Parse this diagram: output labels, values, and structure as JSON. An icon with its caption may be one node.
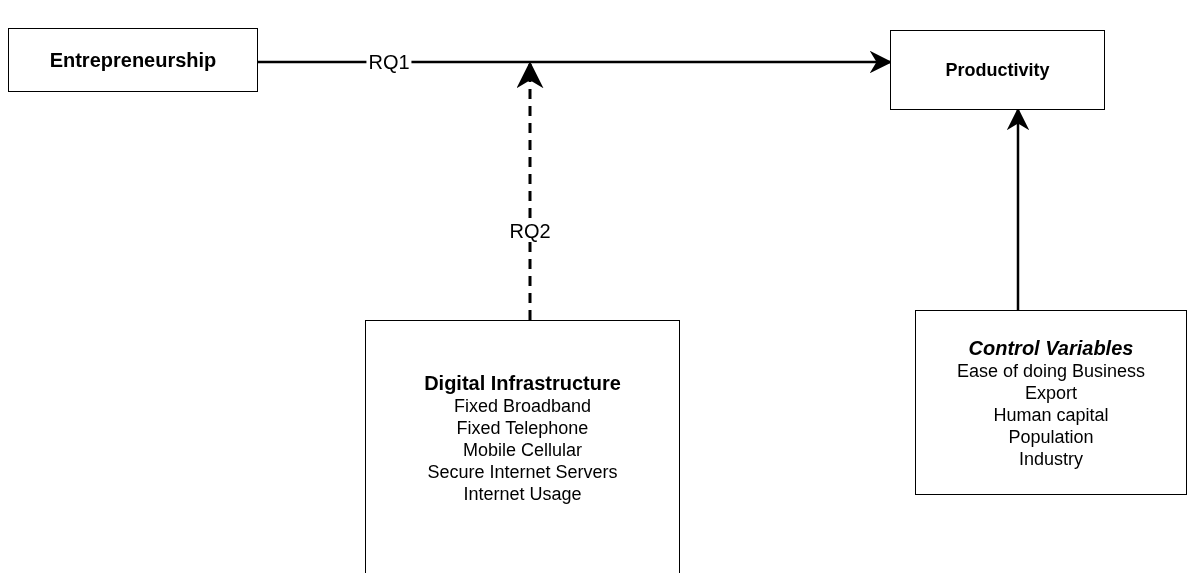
{
  "diagram": {
    "nodes": [
      {
        "text": [
          "Entrepreneurship"
        ]
      },
      {
        "text": [
          "Productivity"
        ]
      },
      {
        "text": [
          "Digital Infrastructure",
          "Fixed Broadband",
          "Fixed Telephone",
          "Mobile Cellular",
          "Secure Internet Servers",
          "Internet Usage"
        ]
      },
      {
        "text": [
          "Control Variables",
          "Ease of doing Business",
          "Export",
          "Human capital",
          "Population",
          "Industry"
        ]
      }
    ],
    "edges": [
      {
        "from": 0,
        "to": 1,
        "arrow": "to",
        "label": "RQ1"
      },
      {
        "from": 2,
        "to": null,
        "arrow": "to",
        "label": "RQ2",
        "style": "dashed"
      },
      {
        "from": 3,
        "to": 1,
        "arrow": "to"
      }
    ]
  }
}
